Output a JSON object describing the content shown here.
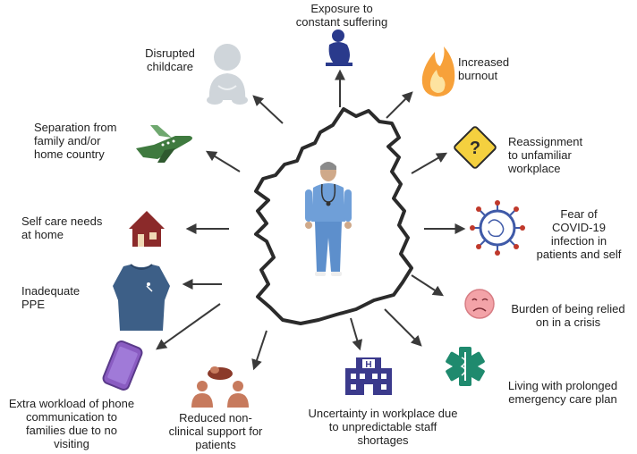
{
  "labels": {
    "exposure": "Exposure to\nconstant suffering",
    "burnout": "Increased\nburnout",
    "reassignment": "Reassignment\nto unfamiliar\nworkplace",
    "covid_fear": "Fear of\nCOVID-19\ninfection in\npatients and self",
    "burden": "Burden of being relied\non in a crisis",
    "emergency_plan": "Living with prolonged\nemergency care plan",
    "uncertainty": "Uncertainty in workplace due\nto unpredictable staff\nshortages",
    "reduced_support": "Reduced non-\nclinical support for\npatients",
    "phone_workload": "Extra workload of phone\ncommunication to\nfamilies due to no\nvisiting",
    "ppe": "Inadequate\nPPE",
    "self_care": "Self care needs\nat home",
    "separation": "Separation from\nfamily and/or\nhome country",
    "childcare": "Disrupted\nchildcare"
  },
  "icons": {
    "exposure": "distressed-person-icon",
    "burnout": "flame-icon",
    "reassignment": "warning-question-sign-icon",
    "covid_fear": "virus-icon",
    "burden": "sad-face-icon",
    "emergency_plan": "star-of-life-icon",
    "uncertainty": "hospital-icon",
    "reduced_support": "conversation-people-icon",
    "phone_workload": "mobile-phone-icon",
    "ppe": "gown-icon",
    "self_care": "house-icon",
    "separation": "airplane-icon",
    "childcare": "baby-icon",
    "center": "healthcare-worker-icon"
  },
  "colors": {
    "arrow": "#3a3a3a",
    "outline": "#2b2b2b",
    "scrubs": "#6f9fd8",
    "flame_outer": "#f7a13a",
    "flame_inner": "#fde3a0",
    "warning": "#f4d03f",
    "virus": "#3f5aa8",
    "virus_spike": "#c0392b",
    "sad_face": "#f3a3a8",
    "star_of_life": "#1f8a6e",
    "hospital": "#3b3a8c",
    "people": "#c77a5d",
    "phone": "#8a5cc2",
    "gown": "#3d5f87",
    "house": "#8b2a2a",
    "airplane": "#3f7a3f",
    "baby": "#cfd5da",
    "distressed": "#2a3a8c"
  }
}
